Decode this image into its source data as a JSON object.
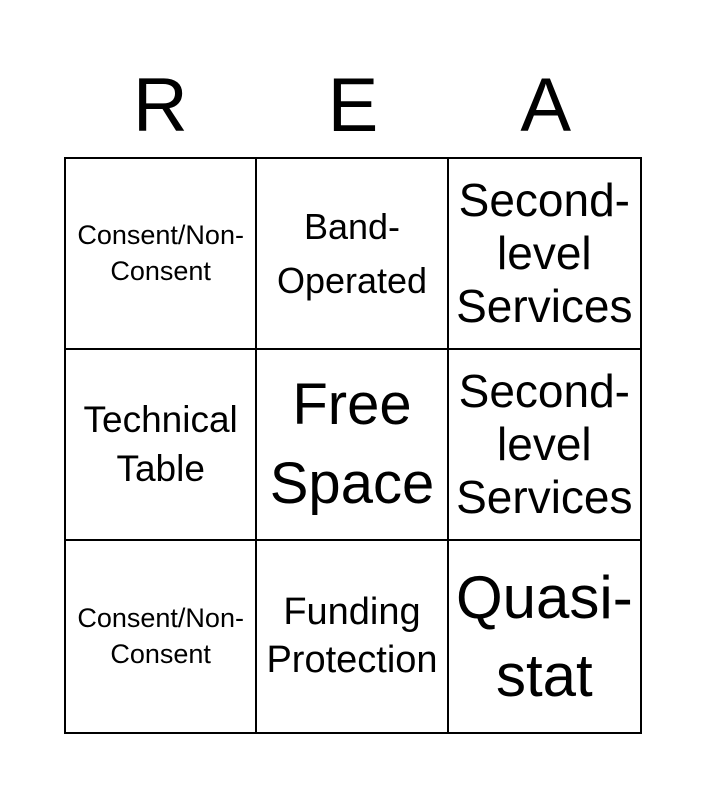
{
  "card": {
    "title_letters": [
      "R",
      "E",
      "A"
    ],
    "cells": [
      [
        "Consent/Non-\nConsent",
        "Band-\nOperated",
        "Second-\nlevel\nServices"
      ],
      [
        "Technical\nTable",
        "Free\nSpace",
        "Second-\nlevel\nServices"
      ],
      [
        "Consent/Non-\nConsent",
        "Funding\nProtection",
        "Quasi-\nstat"
      ]
    ],
    "colors": {
      "background": "#ffffff",
      "border": "#000000",
      "text": "#000000"
    }
  }
}
